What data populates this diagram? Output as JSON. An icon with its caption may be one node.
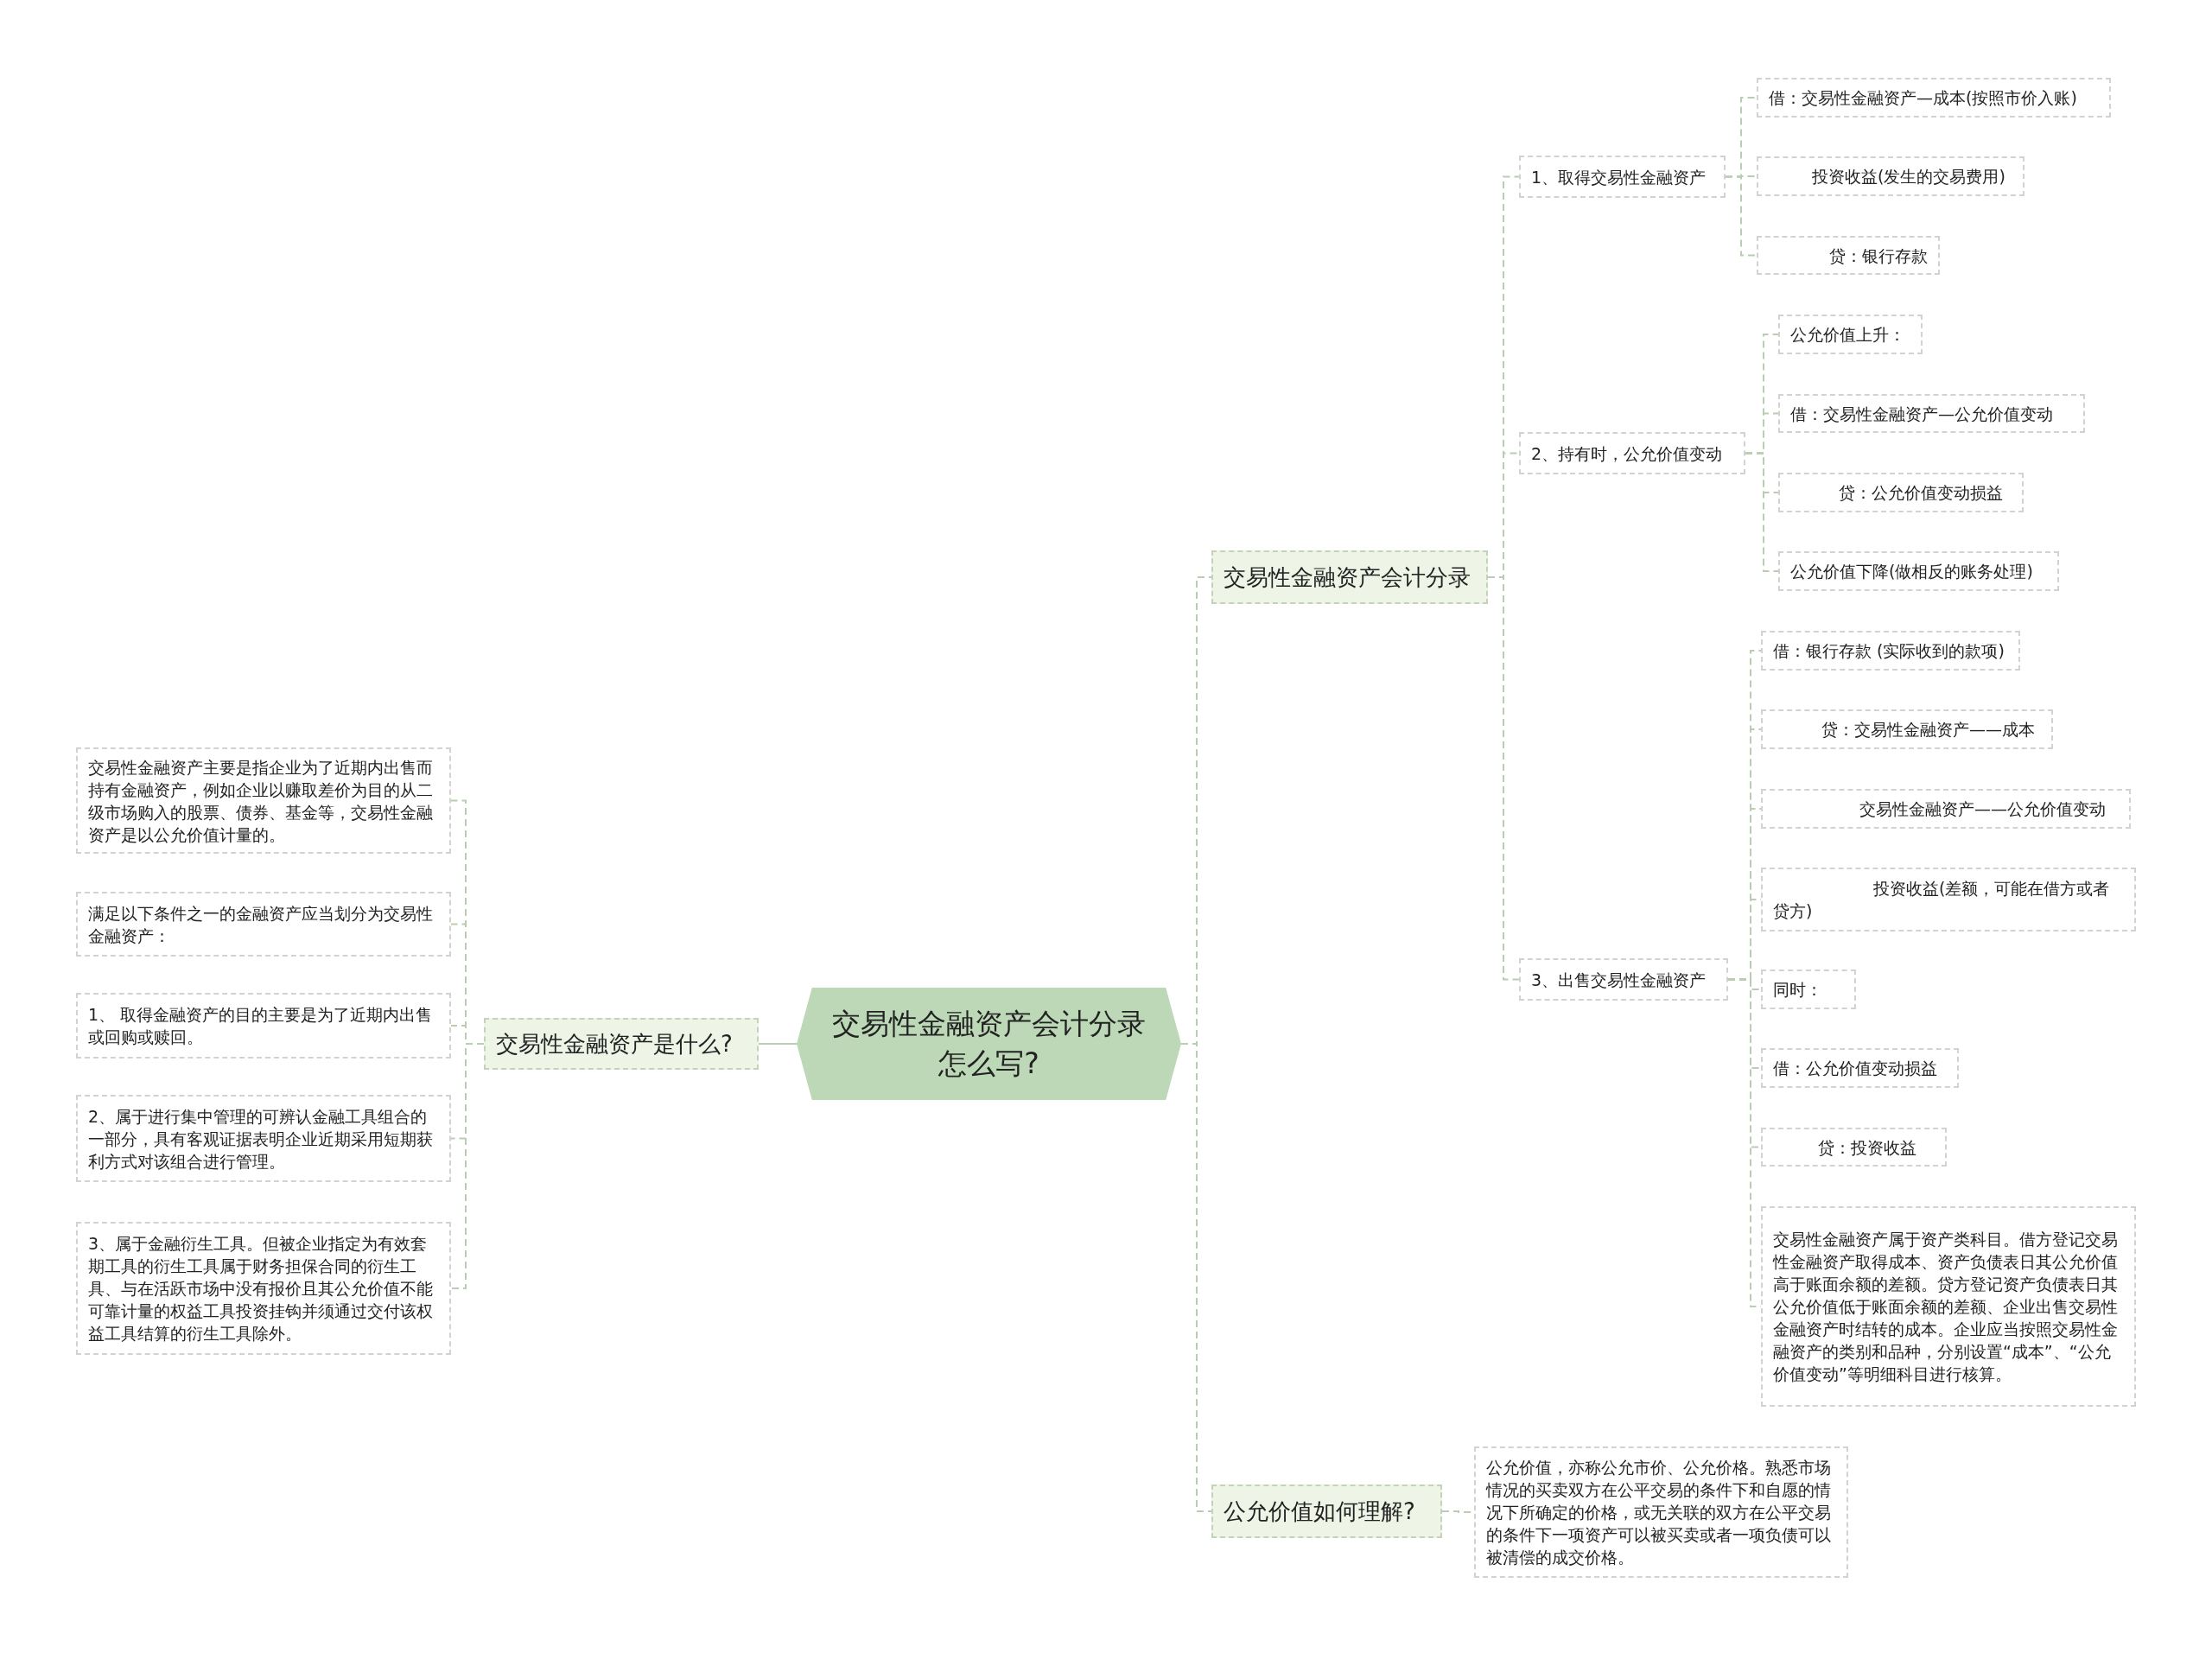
{
  "diagram": {
    "nodes": [
      {
        "text": [
          "交易性金融资产会计分录怎么写?"
        ]
      },
      {
        "text": [
          "交易性金融资产是什么?"
        ]
      },
      {
        "text": [
          "交易性金融资产主要是指企业为了近期内出售而持有金融资产，例如企业以赚取差价为目的从二级市场购入的股票、债券、基金等，交易性金融资产是以公允价值计量的。"
        ]
      },
      {
        "text": [
          "满足以下条件之一的金融资产应当划分为交易性金融资产："
        ]
      },
      {
        "text": [
          "1、 取得金融资产的目的主要是为了近期内出售或回购或赎回。"
        ]
      },
      {
        "text": [
          "2、属于进行集中管理的可辨认金融工具组合的一部分，具有客观证据表明企业近期采用短期获利方式对该组合进行管理。"
        ]
      },
      {
        "text": [
          "3、属于金融衍生工具。但被企业指定为有效套期工具的衍生工具属于财务担保合同的衍生工具、与在活跃市场中没有报价且其公允价值不能可靠计量的权益工具投资挂钩并须通过交付该权益工具结算的衍生工具除外。"
        ]
      },
      {
        "text": [
          "交易性金融资产会计分录"
        ]
      },
      {
        "text": [
          "1、取得交易性金融资产"
        ]
      },
      {
        "text": [
          "借：交易性金融资产—成本(按照市价入账)"
        ]
      },
      {
        "text": [
          "投资收益(发生的交易费用)"
        ]
      },
      {
        "text": [
          "贷：银行存款"
        ]
      },
      {
        "text": [
          "2、持有时，公允价值变动"
        ]
      },
      {
        "text": [
          "公允价值上升："
        ]
      },
      {
        "text": [
          "借：交易性金融资产—公允价值变动"
        ]
      },
      {
        "text": [
          "贷：公允价值变动损益"
        ]
      },
      {
        "text": [
          "公允价值下降(做相反的账务处理)"
        ]
      },
      {
        "text": [
          "3、出售交易性金融资产"
        ]
      },
      {
        "text": [
          "借：银行存款 (实际收到的款项)"
        ]
      },
      {
        "text": [
          "贷：交易性金融资产——成本"
        ]
      },
      {
        "text": [
          "交易性金融资产——公允价值变动"
        ]
      },
      {
        "text": [
          "投资收益(差额，可能在借方或者贷方)"
        ]
      },
      {
        "text": [
          "同时："
        ]
      },
      {
        "text": [
          "借：公允价值变动损益"
        ]
      },
      {
        "text": [
          "贷：投资收益"
        ]
      },
      {
        "text": [
          "交易性金融资产属于资产类科目。借方登记交易性金融资产取得成本、资产负债表日其公允价值高于账面余额的差额。贷方登记资产负债表日其公允价值低于账面余额的差额、企业出售交易性金融资产时结转的成本。企业应当按照交易性金融资产的类别和品种，分别设置“成本”、“公允价值变动”等明细科目进行核算。"
        ]
      },
      {
        "text": [
          "公允价值如何理解?"
        ]
      },
      {
        "text": [
          "公允价值，亦称公允市价、公允价格。熟悉市场情况的买卖双方在公平交易的条件下和自愿的情况下所确定的价格，或无关联的双方在公平交易的条件下一项资产可以被买卖或者一项负债可以被清偿的成交价格。"
        ]
      }
    ],
    "edges": [
      {
        "from": 0,
        "to": 1,
        "arrow": "none"
      },
      {
        "from": 1,
        "to": 2,
        "arrow": "none",
        "style": "dashed"
      },
      {
        "from": 1,
        "to": 3,
        "arrow": "none",
        "style": "dashed"
      },
      {
        "from": 1,
        "to": 4,
        "arrow": "none",
        "style": "dashed"
      },
      {
        "from": 1,
        "to": 5,
        "arrow": "none",
        "style": "dashed"
      },
      {
        "from": 1,
        "to": 6,
        "arrow": "none",
        "style": "dashed"
      },
      {
        "from": 0,
        "to": 7,
        "arrow": "none",
        "style": "dashed"
      },
      {
        "from": 7,
        "to": 8,
        "arrow": "none",
        "style": "dashed"
      },
      {
        "from": 8,
        "to": 9,
        "arrow": "none",
        "style": "dashed"
      },
      {
        "from": 8,
        "to": 10,
        "arrow": "none",
        "style": "dashed"
      },
      {
        "from": 8,
        "to": 11,
        "arrow": "none",
        "style": "dashed"
      },
      {
        "from": 7,
        "to": 12,
        "arrow": "none",
        "style": "dashed"
      },
      {
        "from": 12,
        "to": 13,
        "arrow": "none",
        "style": "dashed"
      },
      {
        "from": 12,
        "to": 14,
        "arrow": "none",
        "style": "dashed"
      },
      {
        "from": 12,
        "to": 15,
        "arrow": "none",
        "style": "dashed"
      },
      {
        "from": 12,
        "to": 16,
        "arrow": "none",
        "style": "dashed"
      },
      {
        "from": 7,
        "to": 17,
        "arrow": "none",
        "style": "dashed"
      },
      {
        "from": 17,
        "to": 18,
        "arrow": "none",
        "style": "dashed"
      },
      {
        "from": 17,
        "to": 19,
        "arrow": "none",
        "style": "dashed"
      },
      {
        "from": 17,
        "to": 20,
        "arrow": "none",
        "style": "dashed"
      },
      {
        "from": 17,
        "to": 21,
        "arrow": "none",
        "style": "dashed"
      },
      {
        "from": 17,
        "to": 22,
        "arrow": "none",
        "style": "dashed"
      },
      {
        "from": 17,
        "to": 23,
        "arrow": "none",
        "style": "dashed"
      },
      {
        "from": 17,
        "to": 24,
        "arrow": "none",
        "style": "dashed"
      },
      {
        "from": 17,
        "to": 25,
        "arrow": "none",
        "style": "dashed"
      },
      {
        "from": 0,
        "to": 26,
        "arrow": "none",
        "style": "dashed"
      },
      {
        "from": 26,
        "to": 27,
        "arrow": "none",
        "style": "dashed"
      }
    ]
  }
}
